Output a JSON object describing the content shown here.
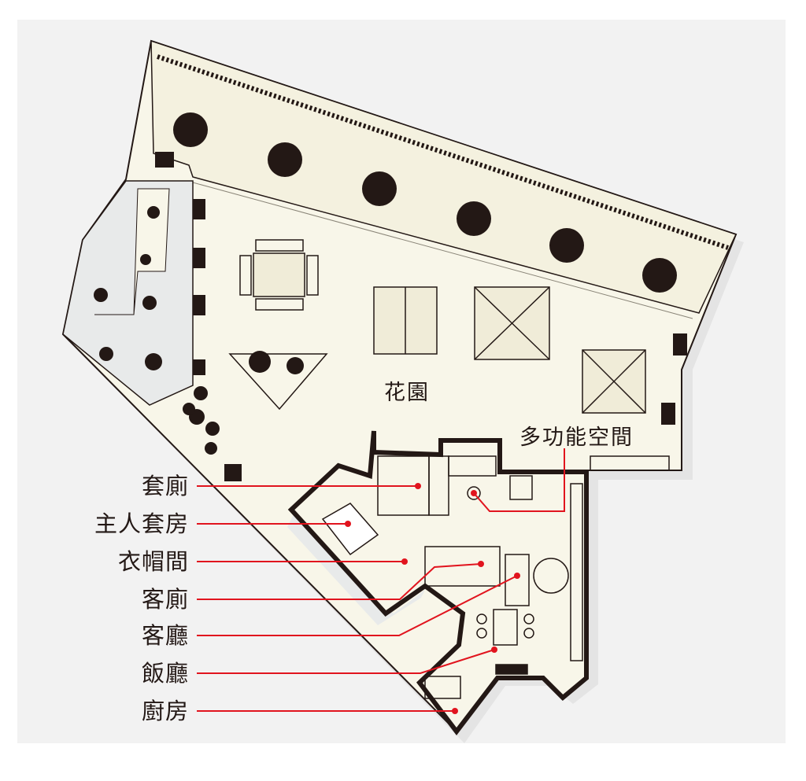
{
  "title_areas": {
    "garden": "花園",
    "multipurpose": "多功能空間"
  },
  "legend": [
    {
      "label": "套廁"
    },
    {
      "label": "主人套房"
    },
    {
      "label": "衣帽間"
    },
    {
      "label": "客廁"
    },
    {
      "label": "客廳"
    },
    {
      "label": "飯廳"
    },
    {
      "label": "廚房"
    }
  ],
  "colors": {
    "leader": "#e1141e",
    "floor": "#f8f6e9",
    "wall": "#231815",
    "background": "#f2f2f2"
  }
}
